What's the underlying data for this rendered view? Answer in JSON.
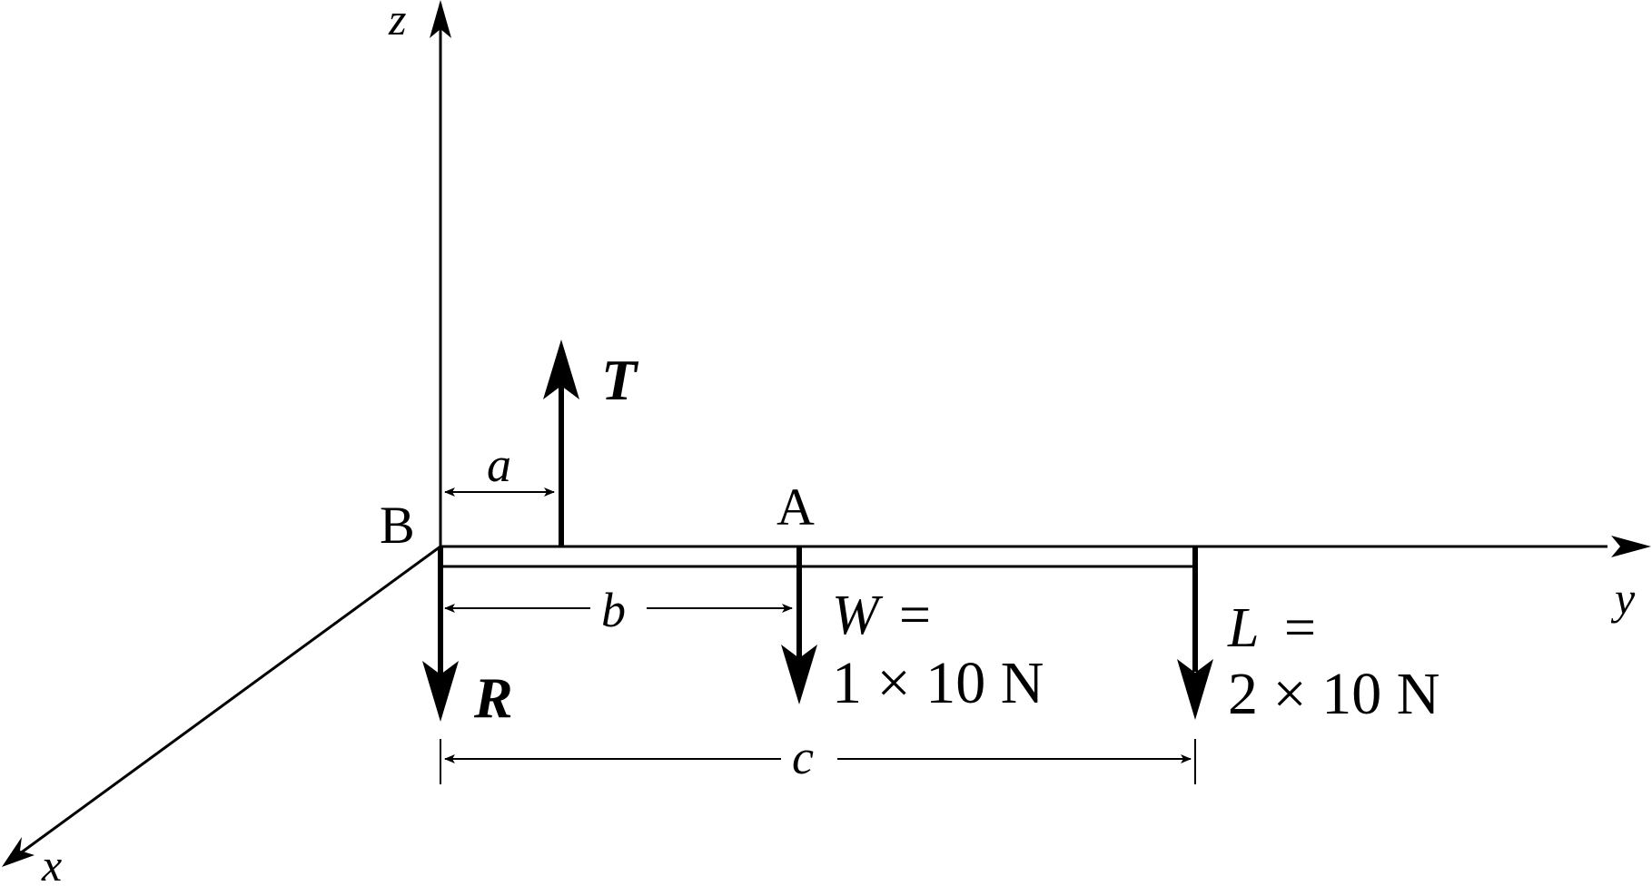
{
  "axes": {
    "x_label": "x",
    "y_label": "y",
    "z_label": "z"
  },
  "points": {
    "b_label": "B",
    "a_label": "A"
  },
  "forces": {
    "t_label": "T",
    "r_label": "R",
    "w_symbol": "W",
    "w_equals": "=",
    "w_value": "1 × 10 N",
    "l_symbol": "L",
    "l_equals": "=",
    "l_value": "2 × 10 N"
  },
  "dimensions": {
    "a_label": "a",
    "b_label": "b",
    "c_label": "c"
  },
  "colors": {
    "ink": "#000000",
    "background": "#ffffff"
  }
}
